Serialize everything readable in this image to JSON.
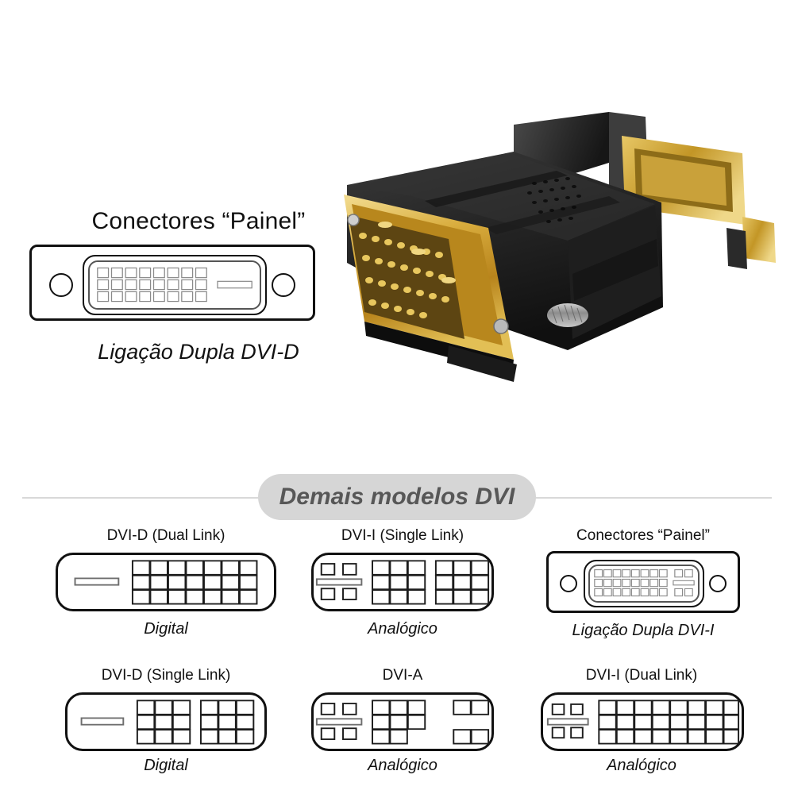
{
  "hero": {
    "title": "Conectores “Painel”",
    "caption": "Ligação Dupla DVI-D",
    "product_photo": "dvi-adapter-photo"
  },
  "section": {
    "badge_label": "Demais modelos DVI"
  },
  "models": [
    {
      "id": "dvi-d-dual-link",
      "title": "DVI-D (Dual Link)",
      "caption": "Digital",
      "style": "plug",
      "blade": "flat-wide",
      "analog_pins": 0,
      "digital_layout": "3x8-full"
    },
    {
      "id": "dvi-i-single-link",
      "title": "DVI-I (Single Link)",
      "caption": "Analógico",
      "style": "plug",
      "blade": "cross",
      "analog_pins": 4,
      "digital_layout": "3x3 + gap + 3x3"
    },
    {
      "id": "panel-dual-link-dvi-i",
      "title": "Conectores “Painel”",
      "caption": "Ligação Dupla DVI-I",
      "style": "panel",
      "blade": "flat-narrow",
      "analog_pins": 4,
      "digital_layout": "3x8-full"
    },
    {
      "id": "dvi-d-single-link",
      "title": "DVI-D (Single Link)",
      "caption": "Digital",
      "style": "plug",
      "blade": "flat-wide",
      "analog_pins": 0,
      "digital_layout": "3x3 + gap + 3x3"
    },
    {
      "id": "dvi-a",
      "title": "DVI-A",
      "caption": "Analógico",
      "style": "plug",
      "blade": "cross",
      "analog_pins": 4,
      "digital_layout": "sparse 3,3,2 + 2 far pairs"
    },
    {
      "id": "dvi-i-dual-link",
      "title": "DVI-I (Dual Link)",
      "caption": "Analógico",
      "style": "plug",
      "blade": "cross",
      "analog_pins": 4,
      "digital_layout": "3x8-full"
    }
  ],
  "colors": {
    "background": "#ffffff",
    "ink": "#111111",
    "pin_stroke": "#6e6e6e",
    "badge_bg": "#d6d6d6",
    "badge_text": "#575757",
    "rule": "#d8d8d8",
    "connector_body_black": "#1c1c1c",
    "connector_gold": "#d8a93a"
  }
}
